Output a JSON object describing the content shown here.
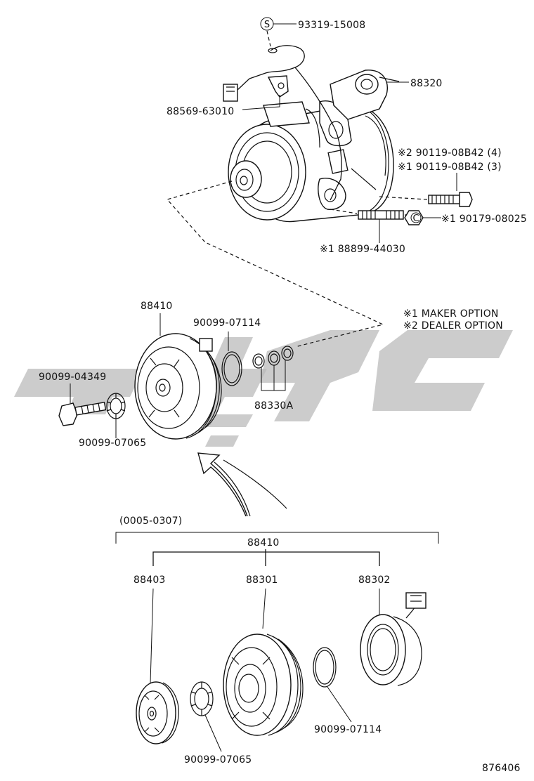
{
  "diagram": {
    "labels": {
      "sensor_screw": "93319-15008",
      "connector_bracket": "88569-63010",
      "compressor": "88320",
      "bolt_dealer": "※2 90119-08B42 (4)",
      "bolt_maker": "※1 90119-08B42 (3)",
      "nut": "※1 90179-08025",
      "stud": "※1 88899-44030",
      "clutch_assy_top": "88410",
      "snap_ring_top": "90099-07114",
      "bolt_front": "90099-04349",
      "washer_top": "90099-07065",
      "shims": "88330A",
      "clutch_assy_bottom": "88410",
      "hub": "88403",
      "pulley": "88301",
      "stator": "88302",
      "snap_ring_bottom": "90099-07114",
      "washer_bottom": "90099-07065",
      "figure_id": "876406"
    },
    "legend": {
      "maker_option": "※1  MAKER OPTION",
      "dealer_option": "※2  DEALER OPTION"
    },
    "date_range": "(0005-0307)",
    "circle_marker": "S",
    "nut_marker": "C"
  },
  "colors": {
    "ink": "#111111",
    "watermark": "#b9b9b9",
    "background": "#ffffff"
  }
}
